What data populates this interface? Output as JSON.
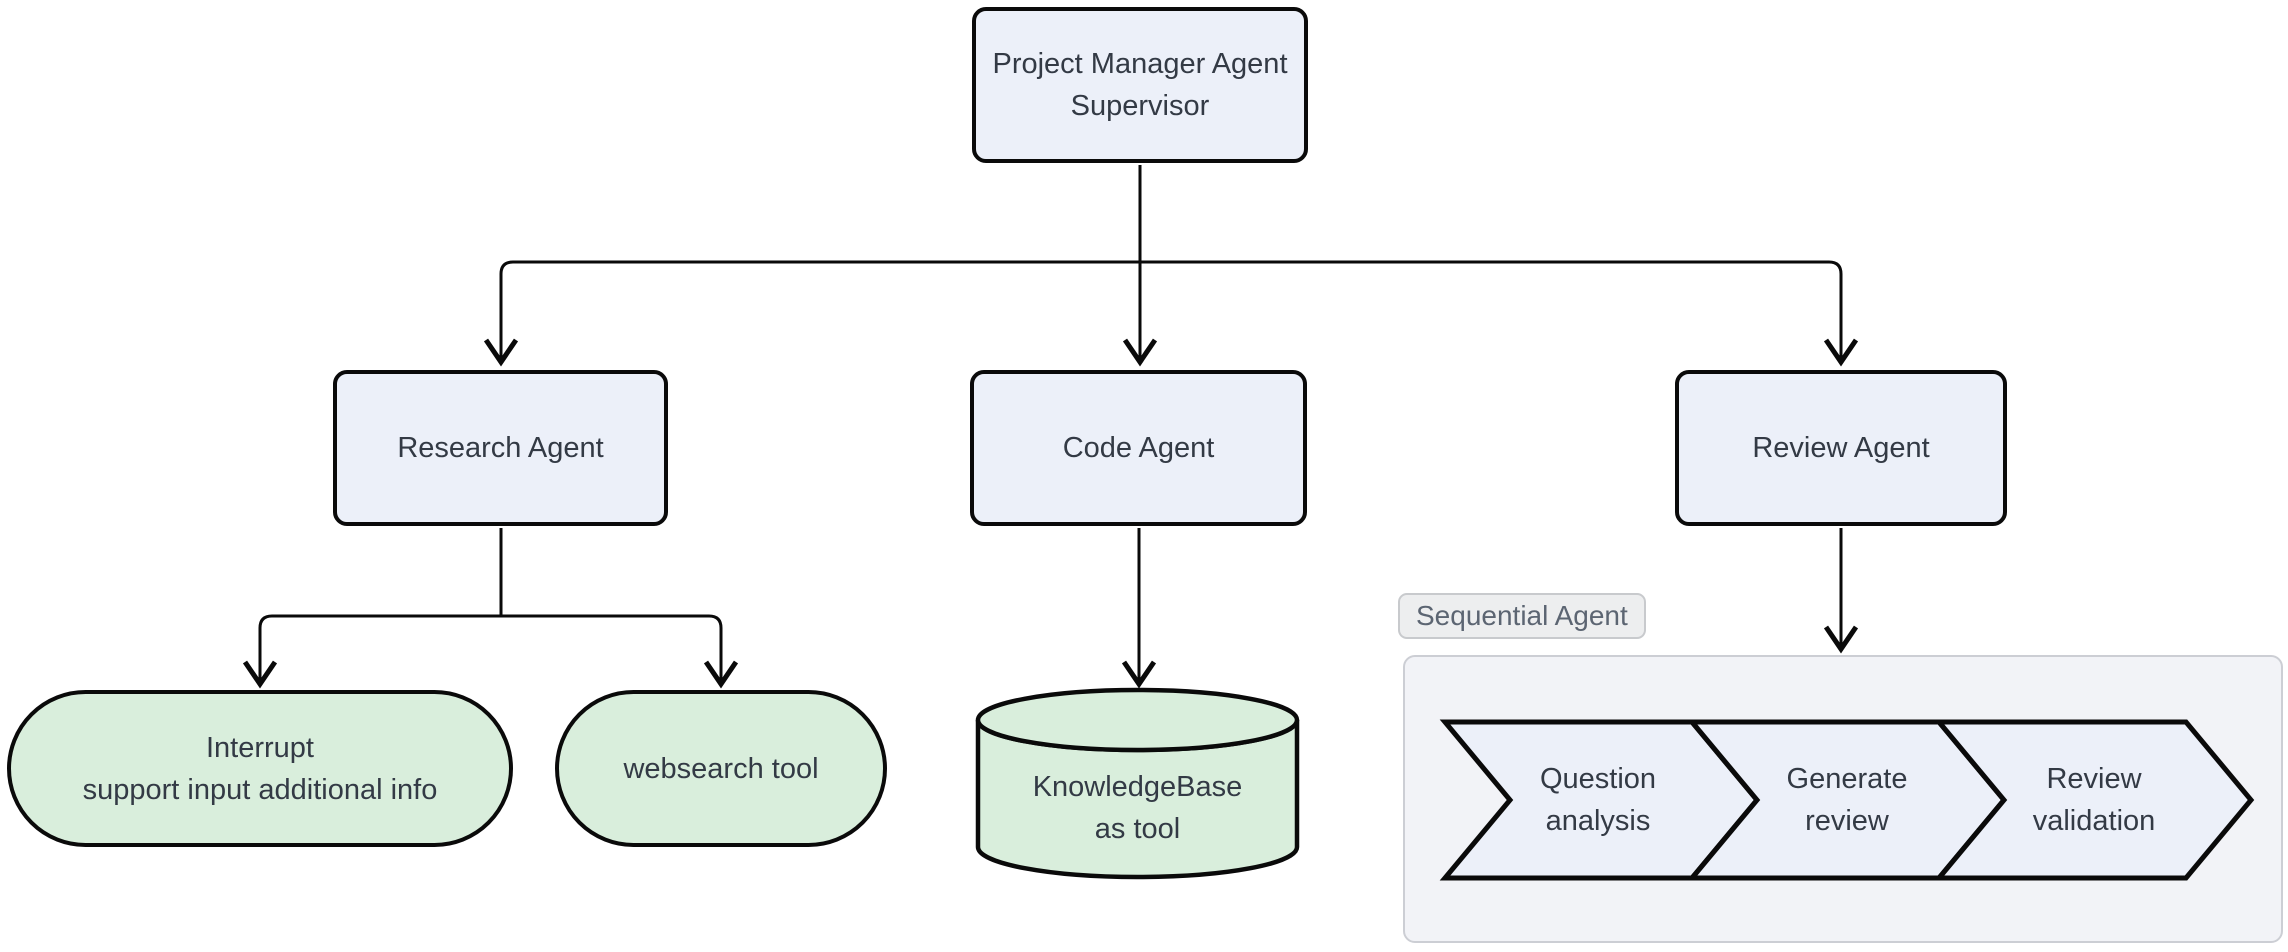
{
  "colors": {
    "node_fill": "#ECF0F9",
    "tool_fill": "#D9EEDC",
    "container_fill": "#F2F3F7",
    "container_border": "#CCCED4",
    "label_fill": "#EDEEEF",
    "label_border": "#C8CACD",
    "border": "#0A0A0A",
    "text": "#333A45",
    "label_text": "#5C6572"
  },
  "nodes": {
    "supervisor": {
      "label": "Project Manager Agent\nSupervisor"
    },
    "research": {
      "label": "Research Agent"
    },
    "code": {
      "label": "Code Agent"
    },
    "review": {
      "label": "Review Agent"
    },
    "interrupt": {
      "label": "Interrupt\nsupport input additional info"
    },
    "websearch": {
      "label": "websearch tool"
    },
    "knowledgebase": {
      "label": "KnowledgeBase\nas tool"
    }
  },
  "sequential": {
    "label": "Sequential Agent",
    "steps": [
      {
        "label": "Question\nanalysis"
      },
      {
        "label": "Generate\nreview"
      },
      {
        "label": "Review\nvalidation"
      }
    ]
  }
}
